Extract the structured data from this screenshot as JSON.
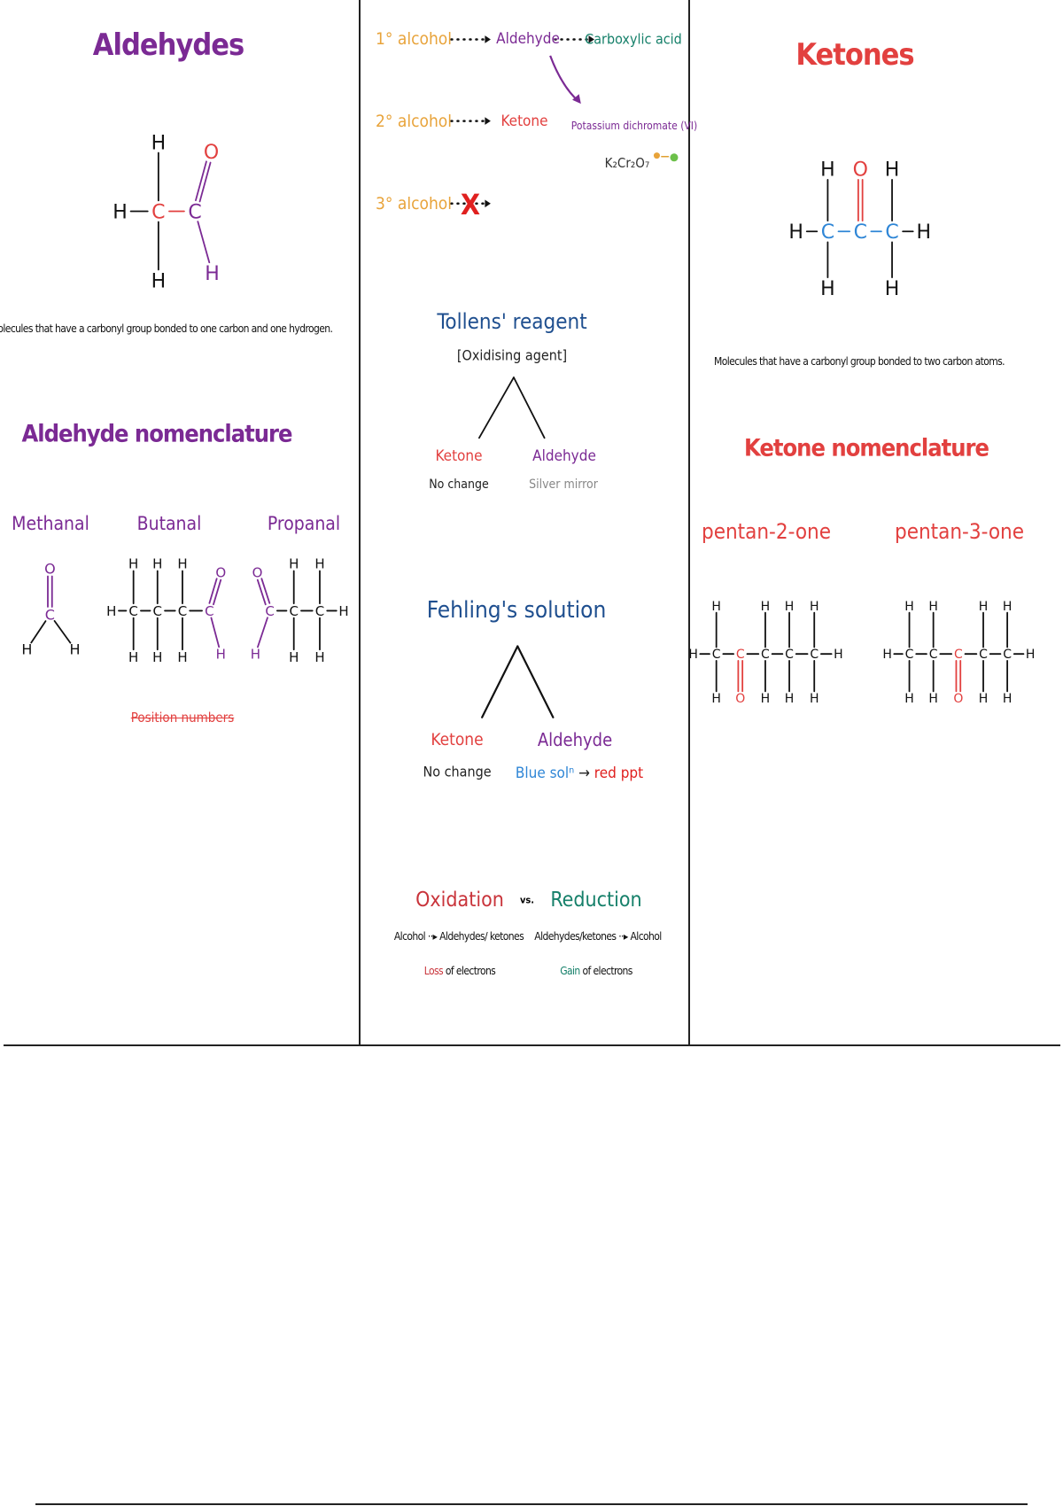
{
  "atoms": {
    "H": "H",
    "C": "C",
    "O": "O"
  },
  "aldehydes": {
    "title": "Aldehydes",
    "definition": "Molecules that have a carbonyl group bonded to one carbon and one hydrogen.",
    "nomenclature_title": "Aldehyde nomenclature",
    "examples": [
      "Methanal",
      "Butanal",
      "Propanal"
    ],
    "position_numbers": "Position numbers"
  },
  "oxidation_paths": {
    "rows": [
      {
        "start": "1° alcohol",
        "product": "Aldehyde",
        "further": "Carboxylic acid"
      },
      {
        "start": "2° alcohol",
        "product": "Ketone"
      },
      {
        "start": "3° alcohol",
        "blocked": "X"
      }
    ],
    "reagent": "Potassium dichromate (VI)",
    "formula": "K₂Cr₂O₇"
  },
  "tollens": {
    "title": "Tollens' reagent",
    "subtitle": "[Oxidising agent]",
    "left_label": "Ketone",
    "left_result": "No change",
    "right_label": "Aldehyde",
    "right_result": "Silver mirror"
  },
  "fehlings": {
    "title": "Fehling's solution",
    "left_label": "Ketone",
    "left_result": "No change",
    "right_label": "Aldehyde",
    "right_result_blue": "Blue solⁿ",
    "right_result_arrow": "→",
    "right_result_red": "red ppt"
  },
  "redox": {
    "oxidation": "Oxidation",
    "vs": "vs.",
    "reduction": "Reduction",
    "oxidation_eq": "Alcohol ··▸ Aldehydes/ ketones",
    "reduction_eq": "Aldehydes/ketones ··▸ Alcohol",
    "loss_word": "Loss",
    "loss_rest": " of electrons",
    "gain_word": "Gain",
    "gain_rest": " of electrons"
  },
  "ketones": {
    "title": "Ketones",
    "definition": "Molecules that have a carbonyl group bonded to two carbon atoms.",
    "nomenclature_title": "Ketone nomenclature",
    "examples": [
      "pentan-2-one",
      "pentan-3-one"
    ]
  },
  "colors": {
    "purple": "#7b2a94",
    "red": "#e2403f",
    "orange": "#e8a33a",
    "teal": "#16806a",
    "blue": "#1f4f8f",
    "carbon_blue": "#2f86d6",
    "green": "#6cc04a"
  }
}
